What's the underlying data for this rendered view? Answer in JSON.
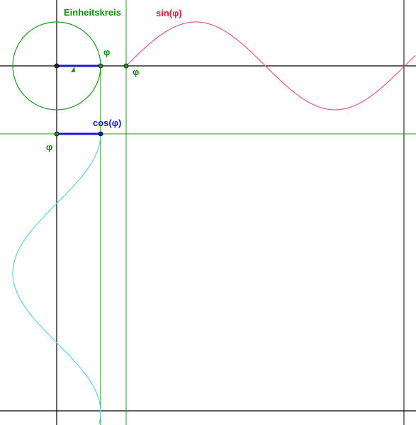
{
  "labels": {
    "unit_circle": "Einheitskreis",
    "sine": "sin(φ)",
    "cosine": "cos(φ)",
    "phi_circle": "φ",
    "phi_sine_axis": "φ",
    "phi_cos_axis": "φ"
  },
  "colors": {
    "background": "#ffffff",
    "axis": "#000000",
    "guide_green": "#1e9a1e",
    "label_green": "#0f8f0f",
    "sine_curve": "#e8558a",
    "sine_label": "#e01b3c",
    "cosine_curve": "#66ccee",
    "segment_blue": "#1a1acc",
    "cos_label": "#1a1acc",
    "point_fill": "#2e8b2e"
  }
}
